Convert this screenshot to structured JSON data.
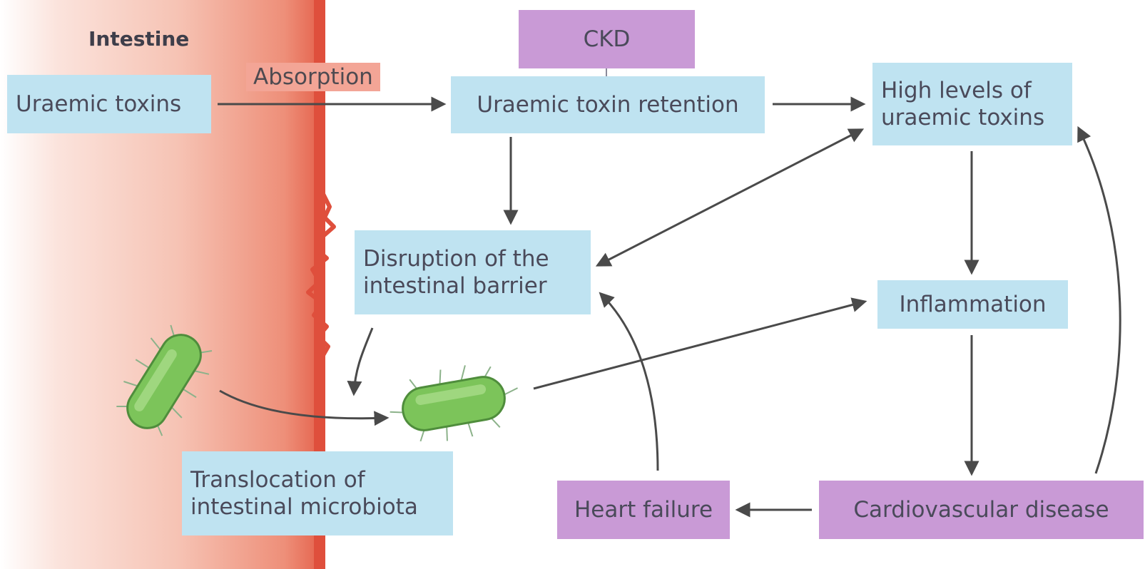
{
  "title": "Intestine",
  "absorption_label": "Absorption",
  "nodes": {
    "uraemic_toxins": "Uraemic toxins",
    "ckd": "CKD",
    "retention": "Uraemic toxin retention",
    "high_levels": "High levels of\nuraemic toxins",
    "disruption": "Disruption of the\nintestinal barrier",
    "inflammation": "Inflammation",
    "translocation": "Translocation of\nintestinal microbiota",
    "heart_failure": "Heart failure",
    "cvd": "Cardiovascular disease"
  },
  "colors": {
    "blue_box": "#bfe3f1",
    "purple_box": "#c99ad6",
    "intestine_wall": "#df4f3c",
    "arrow": "#4a4a4a",
    "bacteria": "#7cc45a"
  },
  "icons": [
    "bacterium-icon",
    "bacterium-icon"
  ]
}
